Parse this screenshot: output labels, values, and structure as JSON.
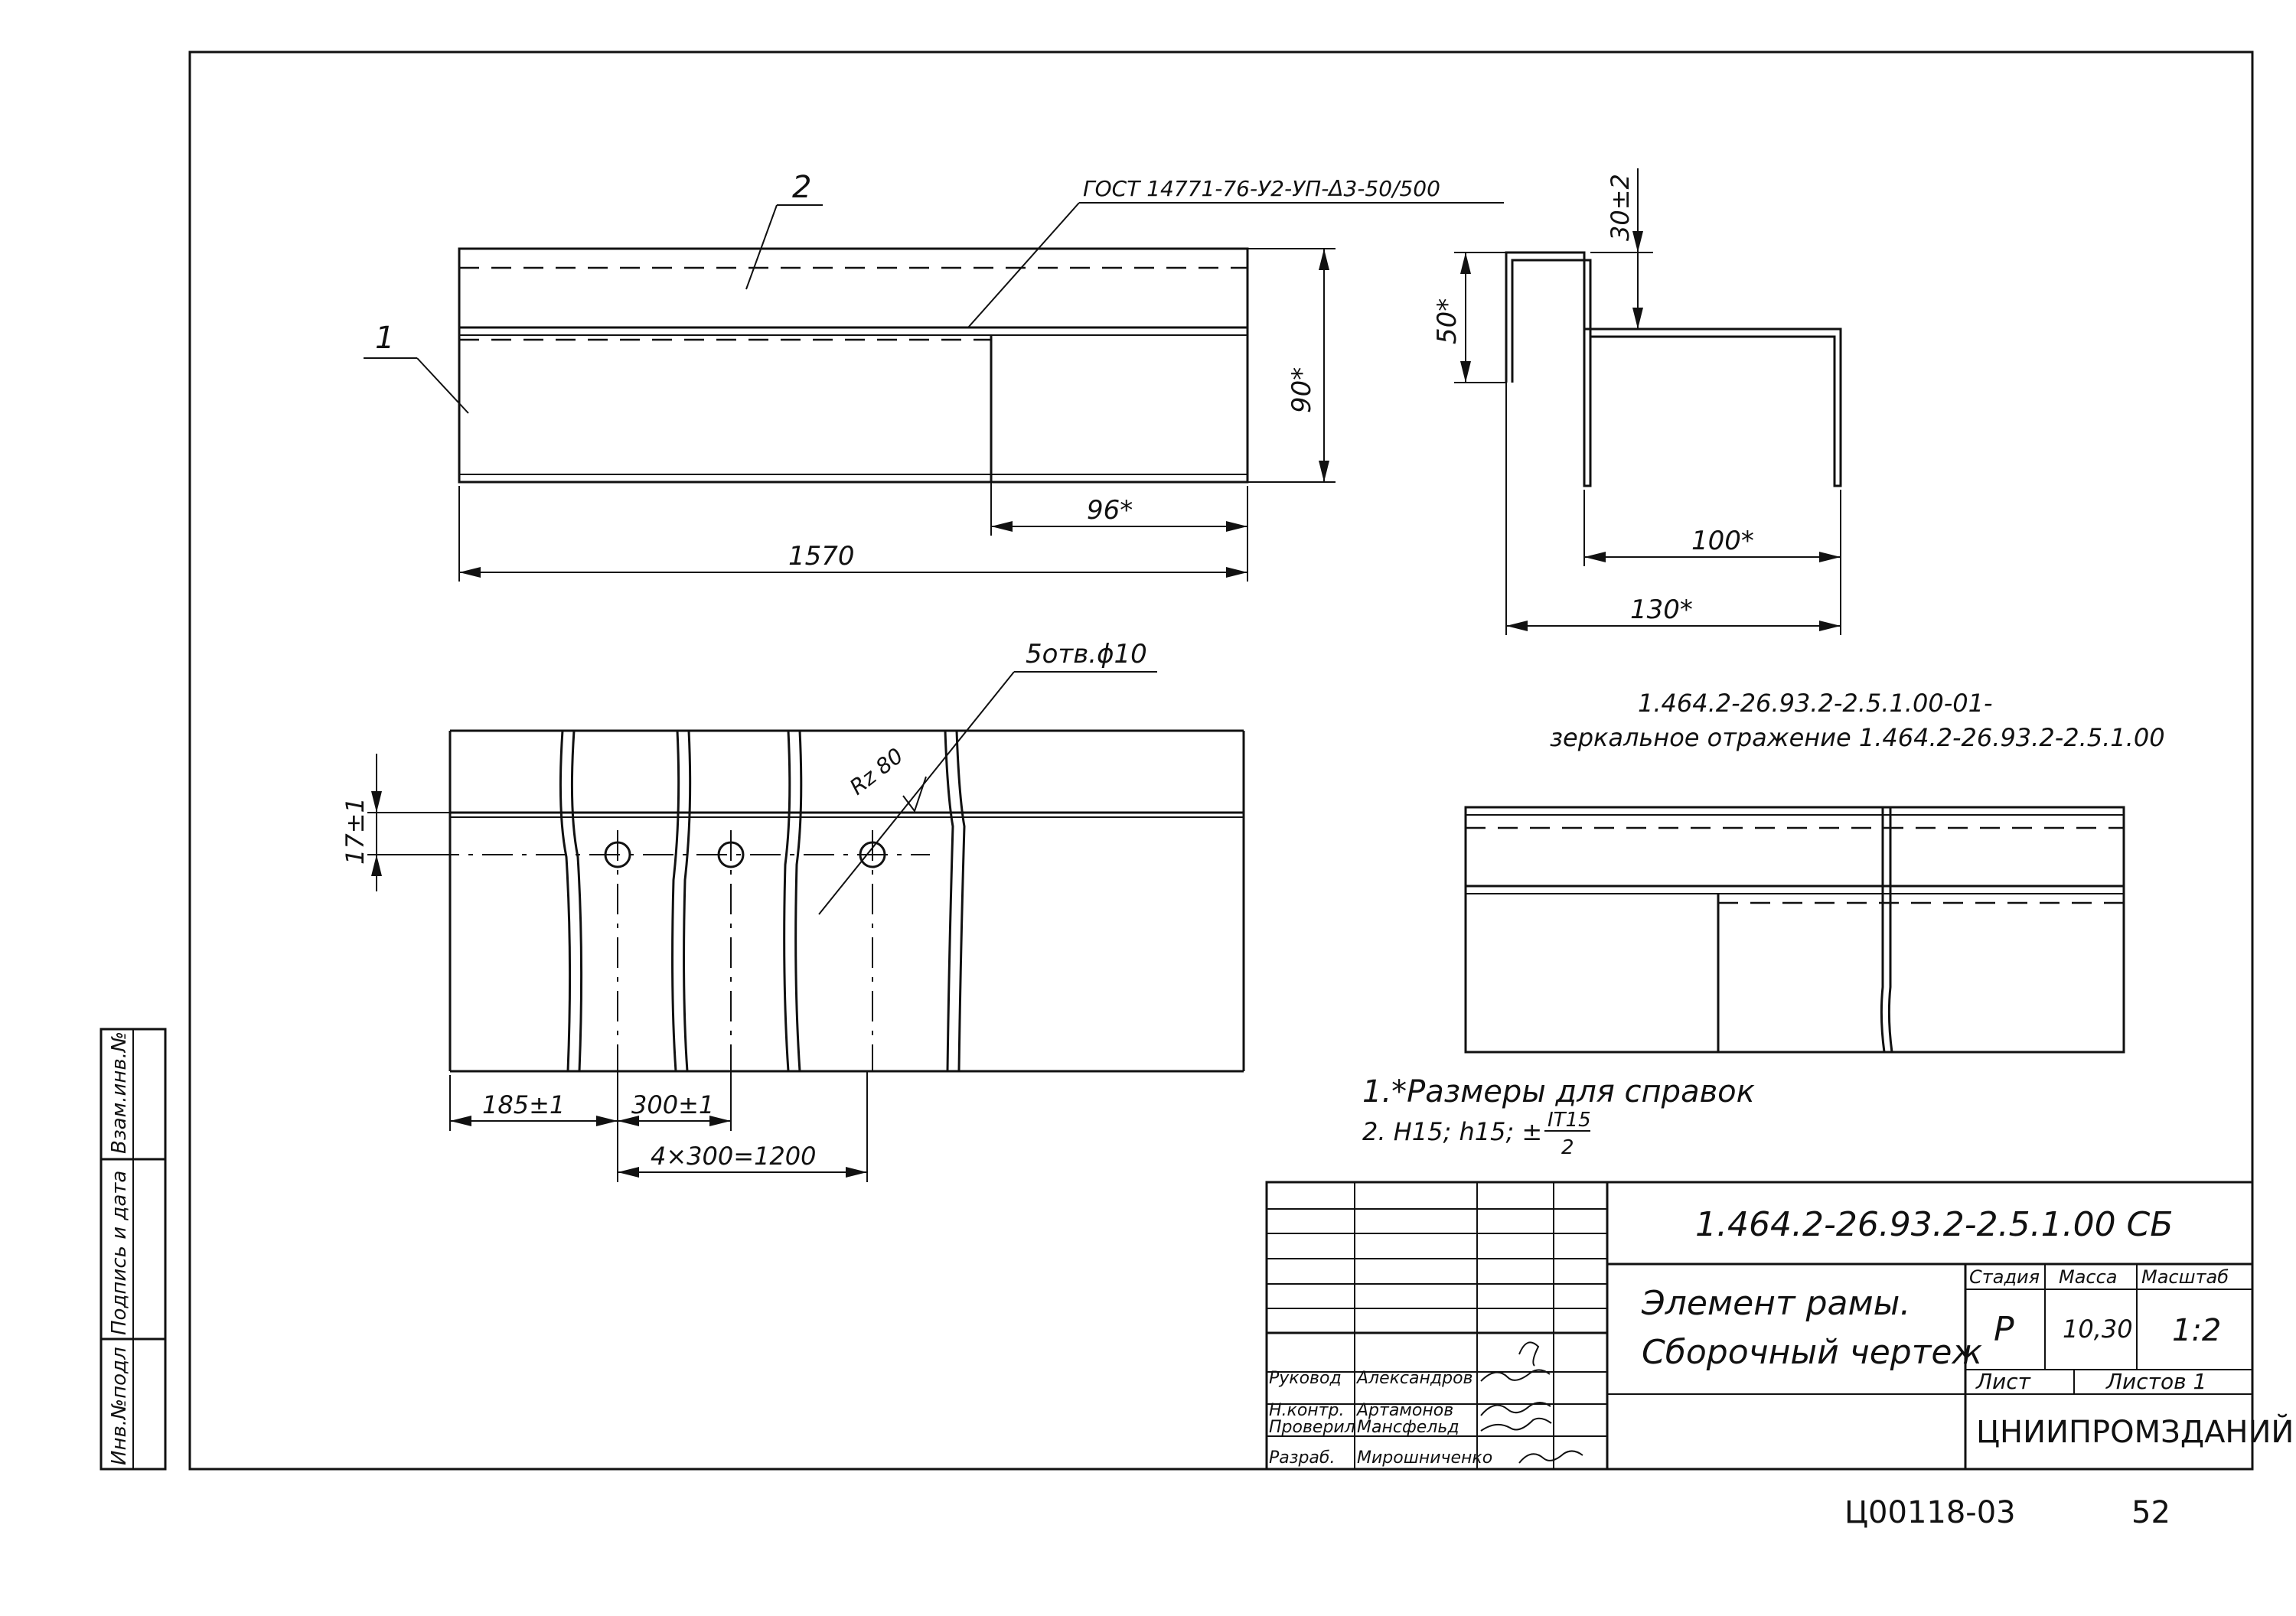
{
  "labels": {
    "leader_1": "1",
    "leader_2": "2",
    "gost": "ГОСТ 14771-76-У2-УП-Δ3-50/500",
    "holes": "5отв.ϕ10",
    "roughness": "Rz 80"
  },
  "dimensions": {
    "d1570": "1570",
    "d96": "96*",
    "d90": "90*",
    "d30": "30±2",
    "d50": "50*",
    "d100": "100*",
    "d130": "130*",
    "d17": "17±1",
    "d185": "185±1",
    "d300": "300±1",
    "d4x300": "4×300=1200"
  },
  "mirror_note": {
    "line1": "1.464.2-26.93.2-2.5.1.00-01-",
    "line2": "зеркальное отражение  1.464.2-26.93.2-2.5.1.00"
  },
  "notes": {
    "n1": "1.*Размеры для справок",
    "n2": "2. H15; h15; ±",
    "n2_frac_top": "IT15",
    "n2_frac_bottom": "2"
  },
  "side_stamp": {
    "c1": "Инв.№подл",
    "c2": "Подпись и дата",
    "c3": "Взам.инв.№"
  },
  "title_block": {
    "designation": "1.464.2-26.93.2-2.5.1.00 СБ",
    "name_line1": "Элемент рамы.",
    "name_line2": "Сборочный чертеж",
    "stage_label": "Стадия",
    "mass_label": "Масса",
    "scale_label": "Масштаб",
    "stage": "Р",
    "mass": "10,30",
    "scale": "1:2",
    "sheet_label": "Лист",
    "sheets_label": "Листов 1",
    "org": "ЦНИИПРОМЗДАНИЙ",
    "roles": [
      "Руковод",
      "Н.контр.",
      "Проверил",
      "Разраб."
    ],
    "people": [
      "Александров",
      "Артамонов",
      "Мансфельд",
      "Мирошниченко"
    ]
  },
  "footer": {
    "code": "Ц00118-03",
    "page": "52"
  }
}
